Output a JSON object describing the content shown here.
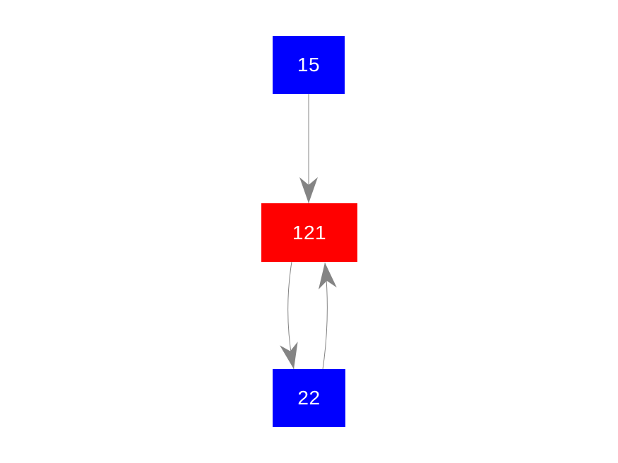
{
  "page": {
    "background_color": "#ffffff"
  },
  "graph": {
    "type": "directed-graph",
    "edge_color": "#848484",
    "nodes": [
      {
        "id": "15",
        "label": "15",
        "fill": "#0000ff",
        "text_color": "#ffffff"
      },
      {
        "id": "121",
        "label": "121",
        "fill": "#ff0000",
        "text_color": "#ffffff"
      },
      {
        "id": "22",
        "label": "22",
        "fill": "#0000ff",
        "text_color": "#ffffff"
      }
    ],
    "edges": [
      {
        "from": "15",
        "to": "121",
        "shape": "straight",
        "direction": "down"
      },
      {
        "from": "121",
        "to": "22",
        "shape": "curved-left",
        "direction": "down"
      },
      {
        "from": "22",
        "to": "121",
        "shape": "curved-right",
        "direction": "up"
      }
    ]
  }
}
